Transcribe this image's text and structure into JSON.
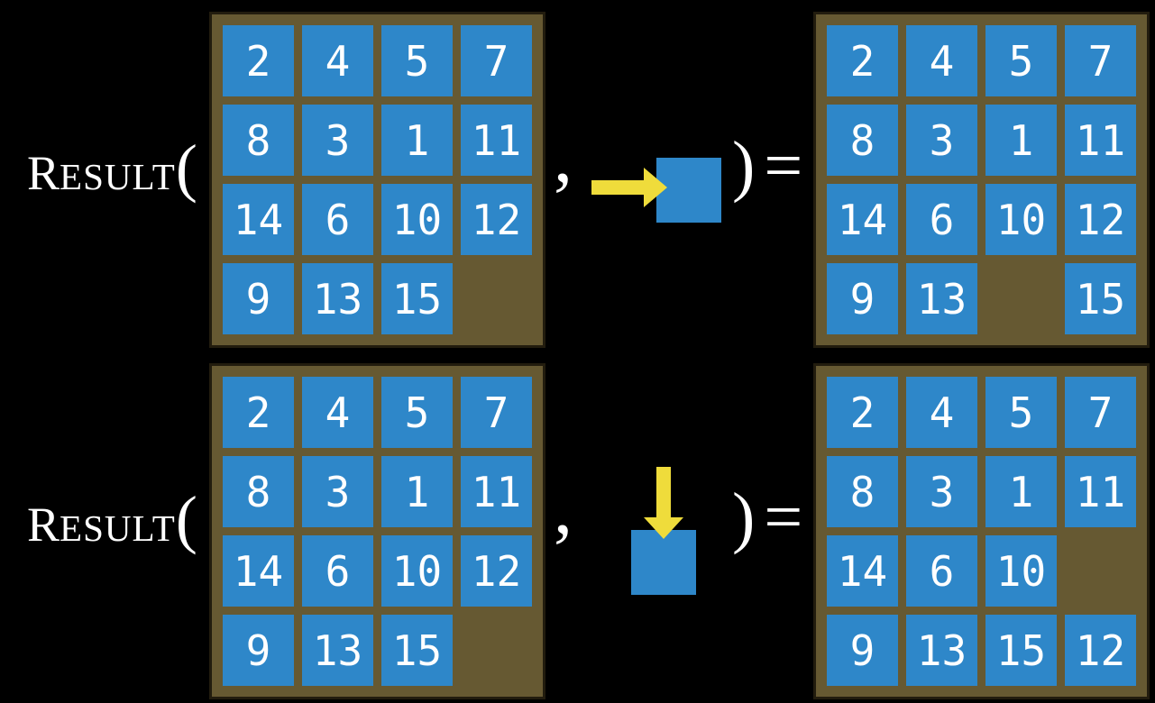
{
  "label": {
    "lead": "R",
    "rest": "ESULT",
    "open_paren": "(",
    "comma": ",",
    "close_paren": ")",
    "equals": "="
  },
  "colors": {
    "background": "#000000",
    "tile_blue": "#2E87C9",
    "board_brown": "#665932",
    "board_border": "#221C0E",
    "arrow_yellow": "#EFDC3B",
    "text_white": "#FFFFFF"
  },
  "rows": [
    {
      "name": "slide-right-example",
      "action": {
        "icon": "right-arrow-icon",
        "direction": "right"
      },
      "input_board": [
        [
          2,
          4,
          5,
          7
        ],
        [
          8,
          3,
          1,
          11
        ],
        [
          14,
          6,
          10,
          12
        ],
        [
          9,
          13,
          15,
          ""
        ]
      ],
      "output_board": [
        [
          2,
          4,
          5,
          7
        ],
        [
          8,
          3,
          1,
          11
        ],
        [
          14,
          6,
          10,
          12
        ],
        [
          9,
          13,
          "",
          15
        ]
      ]
    },
    {
      "name": "slide-down-example",
      "action": {
        "icon": "down-arrow-icon",
        "direction": "down"
      },
      "input_board": [
        [
          2,
          4,
          5,
          7
        ],
        [
          8,
          3,
          1,
          11
        ],
        [
          14,
          6,
          10,
          12
        ],
        [
          9,
          13,
          15,
          ""
        ]
      ],
      "output_board": [
        [
          2,
          4,
          5,
          7
        ],
        [
          8,
          3,
          1,
          11
        ],
        [
          14,
          6,
          10,
          ""
        ],
        [
          9,
          13,
          15,
          12
        ]
      ]
    }
  ]
}
